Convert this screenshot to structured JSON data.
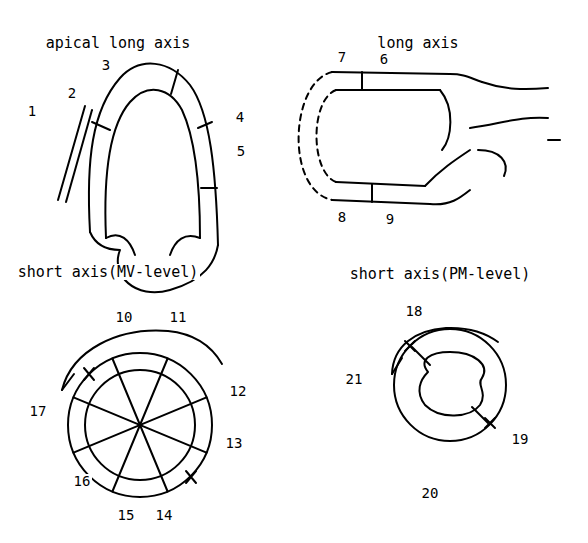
{
  "diagram": {
    "labels": [
      "apical long axis",
      "long axis",
      "1",
      "2",
      "3",
      "4",
      "5",
      "6",
      "7",
      "8",
      "9",
      "short axis(MV-level)",
      "short axis(PM-level)",
      "10",
      "11",
      "12",
      "13",
      "14",
      "15",
      "16",
      "17",
      "18",
      "19",
      "20",
      "21"
    ]
  }
}
